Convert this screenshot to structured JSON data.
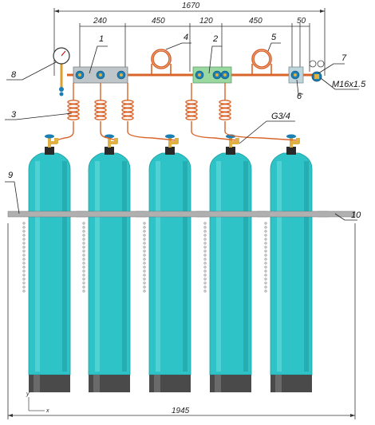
{
  "dimensions": {
    "top_span": "1670",
    "block1_width": "240",
    "span_1_2": "450",
    "block2_offset": "120",
    "span_2_6": "450",
    "end_offset": "50",
    "bottom_span": "1945"
  },
  "callouts": {
    "c1": "1",
    "c2": "2",
    "c3": "3",
    "c4": "4",
    "c5": "5",
    "c6": "6",
    "c7": "7",
    "c8": "8",
    "c9": "9",
    "c10": "10",
    "thread_outlet": "M16x1.5",
    "thread_cylinder": "G3/4"
  },
  "axis_labels": {
    "y": "y",
    "x": "x"
  },
  "colors": {
    "cylinder": "#2ec3c6",
    "cylinder_dark": "#1f9ea3",
    "cylinder_base": "#4a4a4a",
    "copper": "#d9642a",
    "brass": "#e0b040",
    "valve_handle": "#1b7fb5",
    "block1": "#b9c0c3",
    "block2": "#8fd39a",
    "clamp": "#a8a8a8",
    "dimension_line": "#333333"
  },
  "cylinder_count": 5
}
